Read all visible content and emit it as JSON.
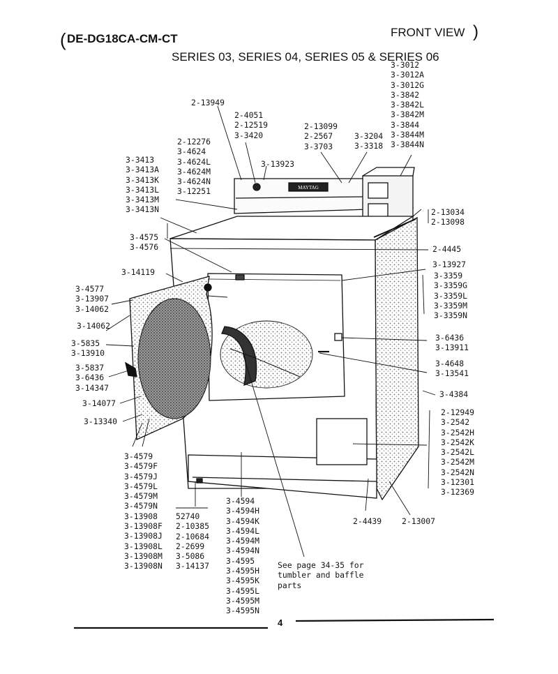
{
  "header": {
    "model": "DE-DG18CA-CM-CT",
    "view": "FRONT VIEW",
    "series": "SERIES 03, SERIES 04, SERIES 05 & SERIES 06"
  },
  "brand_plate": "MAYTAG",
  "groups": {
    "control_panel_right": [
      "3-3012",
      "3-3012A",
      "3-3012G",
      "3-3842",
      "3-3842L",
      "3-3842M",
      "3-3844",
      "3-3844M",
      "3-3844N"
    ],
    "panel_screw": [
      "2-13949"
    ],
    "control_knob": [
      "2-4051",
      "2-12519",
      "3-3420"
    ],
    "panel_switch": [
      "2-13099",
      "2-2567",
      "3-3703"
    ],
    "timer": [
      "3-3204",
      "3-3318"
    ],
    "panel_center": [
      "3-13923"
    ],
    "console": [
      "2-12276",
      "3-4624",
      "3-4624L",
      "3-4624M",
      "3-4624N",
      "3-12251"
    ],
    "top_cover": [
      "3-3413",
      "3-3413A",
      "3-3413K",
      "3-3413L",
      "3-3413M",
      "3-3413N"
    ],
    "side_screws": [
      "2-13034",
      "2-13098"
    ],
    "door_catch": [
      "3-4575",
      "3-4576"
    ],
    "top_rail": [
      "2-4445"
    ],
    "door_hinge": [
      "3-14119"
    ],
    "door_seal": [
      "3-13927"
    ],
    "cabinet": [
      "3-3359",
      "3-3359G",
      "3-3359L",
      "3-3359M",
      "3-3359N"
    ],
    "door_panel": [
      "3-4577",
      "3-13907",
      "3-14062"
    ],
    "door_screw": [
      "3-14062"
    ],
    "door_switch": [
      "3-6436",
      "3-13911"
    ],
    "door_strike": [
      "3-5835",
      "3-13910"
    ],
    "door_handle": [
      "3-5837",
      "3-6436",
      "3-14347"
    ],
    "lint_guide": [
      "3-4648",
      "3-13541"
    ],
    "side_mark": [
      "3-4384"
    ],
    "door_glass": [
      "3-14077"
    ],
    "door_gasket": [
      "3-13340"
    ],
    "access_panel": [
      "2-12949",
      "3-2542",
      "3-2542H",
      "3-2542K",
      "3-2542L",
      "3-2542M",
      "3-2542N",
      "3-12301",
      "3-12369"
    ],
    "door_assembly": [
      "3-4579",
      "3-4579F",
      "3-4579J",
      "3-4579L",
      "3-4579M",
      "3-4579N",
      "3-13908",
      "3-13908F",
      "3-13908J",
      "3-13908L",
      "3-13908M",
      "3-13908N"
    ],
    "leveling_leg": [
      "52740",
      "2-10385",
      "2-10684",
      "2-2699",
      "3-5086",
      "3-14137"
    ],
    "kick_panel": [
      "3-4594",
      "3-4594H",
      "3-4594K",
      "3-4594L",
      "3-4594M",
      "3-4594N",
      "3-4595",
      "3-4595H",
      "3-4595K",
      "3-4595L",
      "3-4595M",
      "3-4595N"
    ],
    "base_left": [
      "2-4439"
    ],
    "base_right": [
      "2-13007"
    ]
  },
  "note": "See page 34-35 for\ntumbler and baffle\nparts",
  "page_number": "4"
}
